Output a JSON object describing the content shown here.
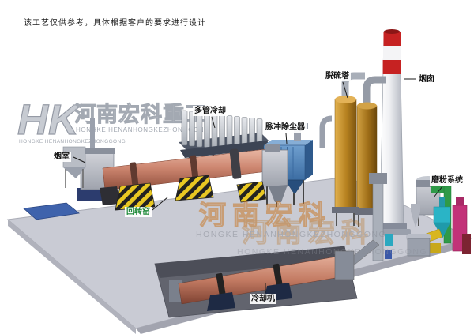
{
  "disclaimer": "该工艺仅供参考，具体根据客户的要求进行设计",
  "logo": {
    "monogram": "HK",
    "company_cn": "河南宏科重工",
    "company_en": "HONGKE HENANHONGKEZHONGGONG"
  },
  "watermark": {
    "text_cn": "河南宏科",
    "text_en": "HONGKE HENANHONGKEZHONGGONG"
  },
  "equipment_labels": {
    "smoke_chamber": "烟室",
    "rotary_kiln": "回转窑",
    "multi_tube_cooler": "多管冷却",
    "pulse_dust_collector": "脉冲除尘器",
    "desulfurization_tower": "脱硫塔",
    "chimney": "烟囱",
    "grinding_system": "磨粉系统",
    "cooling_machine": "冷却机"
  },
  "colors": {
    "kiln_shell": "#cd8670",
    "dust_collector_blue": "#4a7fb5",
    "desulfurization_orange": "#b5801f",
    "chimney_band_red": "#c62222",
    "platform_gray": "#c9cbd4",
    "hazard_yellow": "#e9c822",
    "kiln_label_green": "#1f8a3a"
  }
}
